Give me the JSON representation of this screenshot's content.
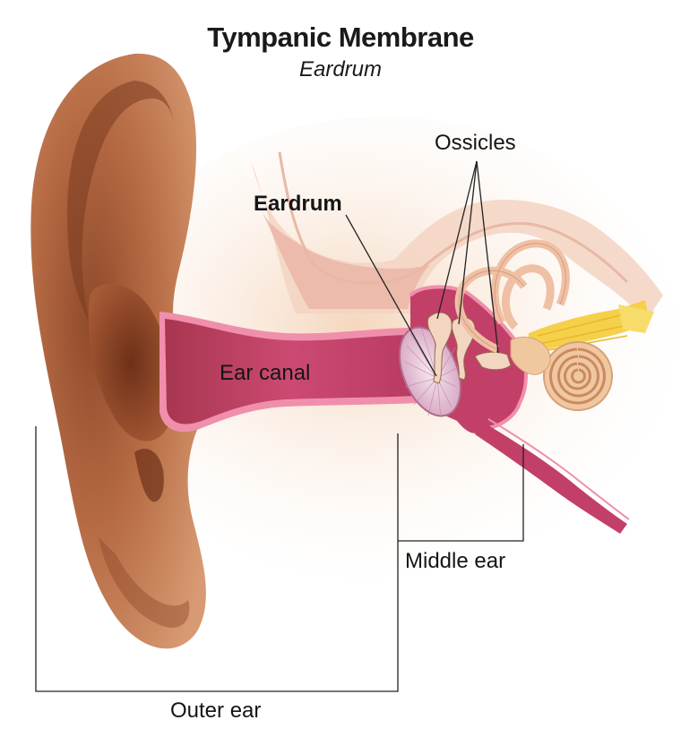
{
  "title": "Tympanic Membrane",
  "subtitle": "Eardrum",
  "labels": {
    "ossicles": "Ossicles",
    "eardrum": "Eardrum",
    "ear_canal": "Ear canal",
    "middle_ear": "Middle ear",
    "outer_ear": "Outer ear"
  },
  "colors": {
    "outer_ear_skin": "#b0663f",
    "ear_canal": "#c9446c",
    "tympanic_membrane": "#e9cfe0",
    "bone": "#f2c8b5",
    "cochlea": "#f0c8a0",
    "nerve": "#f5d04a",
    "line": "#222222"
  }
}
